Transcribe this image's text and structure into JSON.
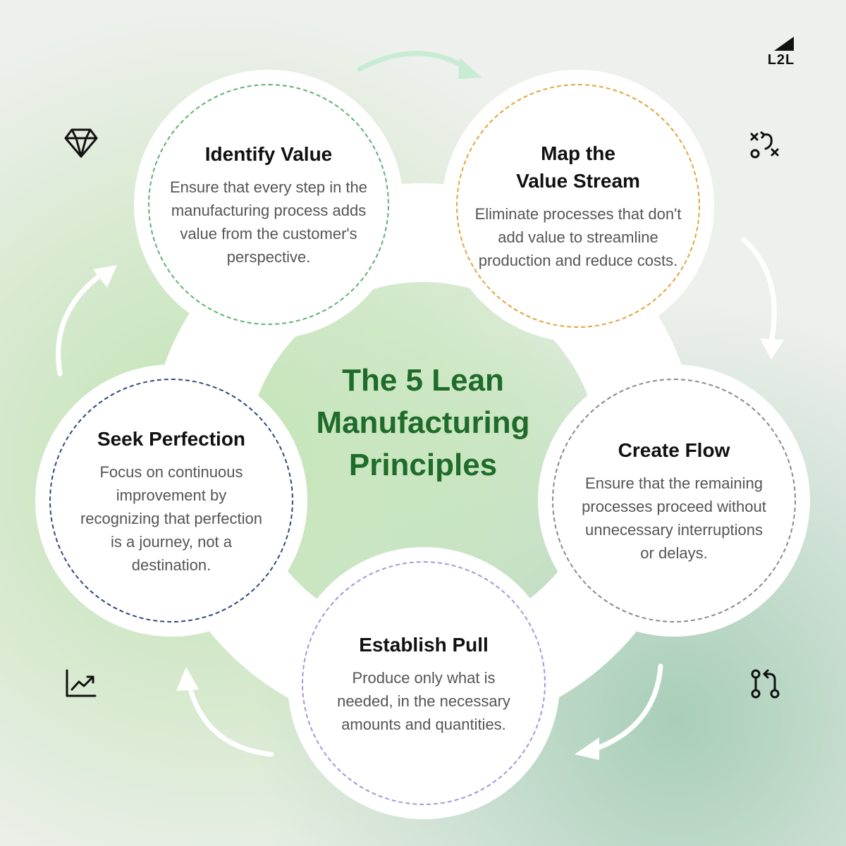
{
  "diagram": {
    "title": "The 5 Lean Manufacturing Principles",
    "title_lines": [
      "The 5 Lean",
      "Manufacturing",
      "Principles"
    ],
    "logo": "L2L",
    "principles": [
      {
        "title": "Identify Value",
        "body": "Ensure that every step in the manufacturing process adds value from the customer's perspective.",
        "border_color": "#5fb271",
        "icon": "diamond-icon"
      },
      {
        "title": "Map the Value Stream",
        "title_lines": [
          "Map the",
          "Value Stream"
        ],
        "body": "Eliminate processes that don't add value to streamline production and reduce costs.",
        "border_color": "#e3a43e",
        "icon": "strategy-icon"
      },
      {
        "title": "Create Flow",
        "body": "Ensure that the remaining processes proceed without unnecessary interruptions or delays.",
        "border_color": "#8a8a8a",
        "icon": "git-flow-icon"
      },
      {
        "title": "Establish Pull",
        "body": "Produce only what is needed, in the necessary amounts and quantities.",
        "border_color": "#a996d8",
        "icon": "trend-chart-icon"
      },
      {
        "title": "Seek Perfection",
        "body": "Focus on continuous improvement by recognizing that perfection is a journey, not a destination.",
        "border_color": "#2e4a7d",
        "icon": "trend-chart-icon"
      }
    ],
    "colors": {
      "title_green": "#1e6b2a",
      "arrow_top": "#c7ecd3",
      "arrow": "#ffffff"
    }
  }
}
